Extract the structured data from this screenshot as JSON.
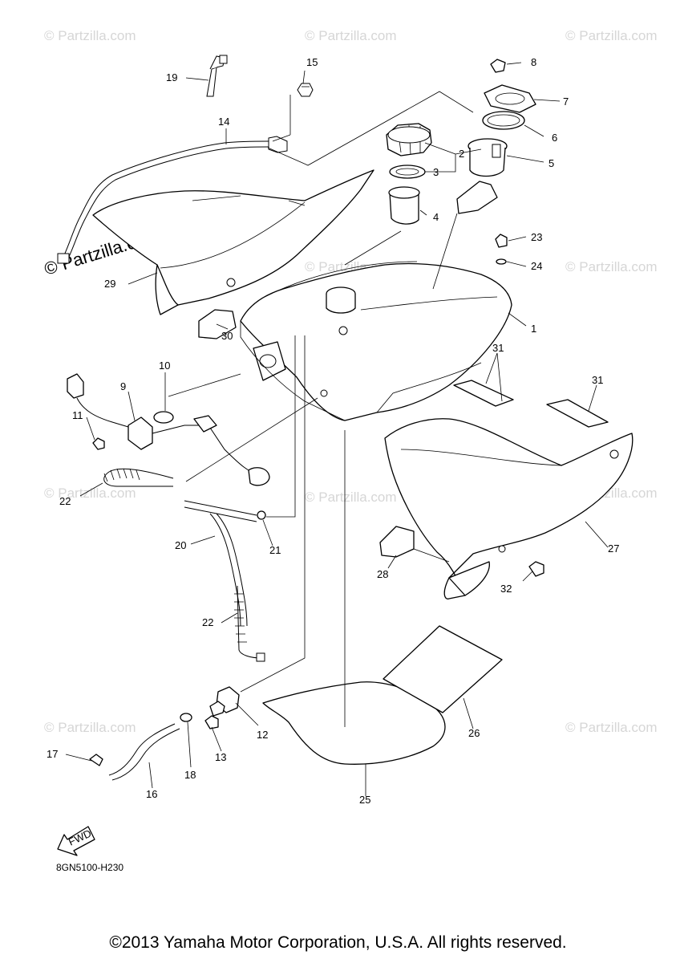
{
  "diagram": {
    "code": "8GN5100-H230",
    "copyright": "©2013 Yamaha Motor Corporation, U.S.A. All rights reserved.",
    "watermark": "© Partzilla.com",
    "watermark_prominent": "© Partzilla.com",
    "fwd_label": "FWD",
    "callouts": {
      "c1": "1",
      "c2": "2",
      "c3": "3",
      "c4": "4",
      "c5": "5",
      "c6": "6",
      "c7": "7",
      "c8": "8",
      "c9": "9",
      "c10": "10",
      "c11": "11",
      "c12": "12",
      "c13": "13",
      "c14": "14",
      "c15": "15",
      "c16": "16",
      "c17": "17",
      "c18": "18",
      "c19": "19",
      "c20": "20",
      "c21": "21",
      "c22a": "22",
      "c22b": "22",
      "c23": "23",
      "c24": "24",
      "c25": "25",
      "c26": "26",
      "c27": "27",
      "c28": "28",
      "c29": "29",
      "c30": "30",
      "c31a": "31",
      "c31b": "31",
      "c32": "32"
    }
  }
}
